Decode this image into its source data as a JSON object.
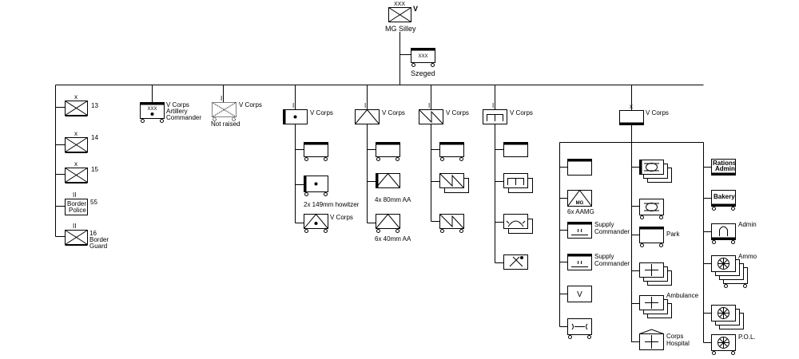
{
  "hq": {
    "echelon": "XXX",
    "designation": "V",
    "commander": "MG Silley",
    "location_echelon": "XXX",
    "location": "Szeged"
  },
  "left_column": {
    "units": [
      {
        "echelon": "x",
        "label": "13"
      },
      {
        "echelon": "x",
        "label": "14"
      },
      {
        "echelon": "x",
        "label": "15"
      },
      {
        "echelon": "II",
        "box_line1": "Border",
        "box_line2": "Police",
        "label": "55"
      },
      {
        "echelon": "II",
        "label_line1": "16",
        "label_line2": "Border",
        "label_line3": "Guard"
      }
    ]
  },
  "artillery_command": {
    "echelon": "XXX",
    "line1": "V Corps",
    "line2": "Artillery",
    "line3": "Commander"
  },
  "not_raised": {
    "echelon": "II",
    "designation": "V Corps",
    "status": "Not raised"
  },
  "artillery_regt": {
    "echelon": "II",
    "designation": "V Corps",
    "howitzer_label": "2x 149mm howitzer",
    "sub_label": "V Corps"
  },
  "aa_regt": {
    "echelon": "II",
    "designation": "V Corps",
    "aa80_label": "4x 80mm AA",
    "aa40_label": "6x 40mm AA"
  },
  "signals": {
    "echelon": "II",
    "designation": "V Corps"
  },
  "engineers": {
    "echelon": "II",
    "designation": "V Corps"
  },
  "services": {
    "echelon": "x",
    "designation": "V Corps",
    "col1": {
      "aamg_mark": "MG",
      "aamg_label": "6x AAMG",
      "supply1_line1": "Supply",
      "supply1_line2": "Commander",
      "supply2_line1": "Supply",
      "supply2_line2": "Commander",
      "v_mark": "V"
    },
    "col2": {
      "park_label": "Park",
      "ambulance_label": "Ambulance",
      "hospital_line1": "Corps",
      "hospital_line2": "Hospital"
    },
    "col3": {
      "rations_line1": "Rations",
      "rations_line2": "Admin",
      "bakery_label": "Bakery",
      "admin_label": "Admin",
      "ammo_label": "Ammo",
      "pol_label": "P.O.L."
    }
  }
}
